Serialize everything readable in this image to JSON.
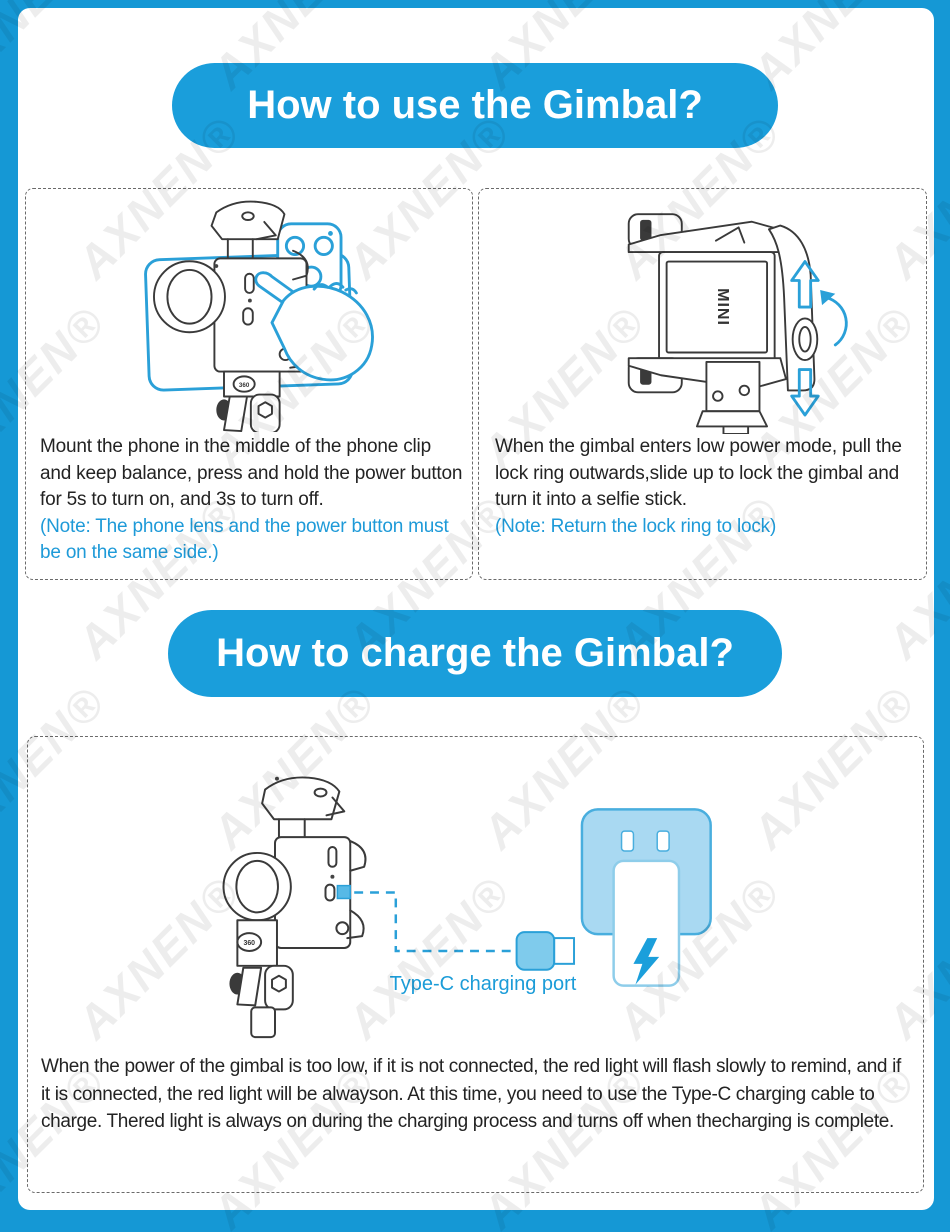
{
  "watermark": {
    "text": "AXNEN",
    "reg": "®"
  },
  "colors": {
    "frame_blue": "#1598d5",
    "pill_blue": "#1a9edb",
    "note_blue": "#1e9ad8",
    "body_text": "#232323",
    "charger_fill": "#a9d9f2",
    "connector_fill": "#7fcbec",
    "bolt_blue": "#1b9fdb"
  },
  "sections": {
    "use": {
      "title": "How to use the Gimbal?",
      "cards": [
        {
          "body": "Mount the phone in the middle of the phone clip and keep balance, press and hold the power button for 5s to turn on, and 3s to turn off.",
          "note": "(Note: The phone lens and the power button must be on the same side.)"
        },
        {
          "body": "When the gimbal enters low power mode, pull the lock ring outwards,slide up to lock the gimbal and turn it into a selfie stick.",
          "note": "(Note: Return the lock ring to lock)"
        }
      ]
    },
    "charge": {
      "title": "How to charge the Gimbal?",
      "port_label": "Type-C charging port",
      "body": "When the power of the gimbal is too low, if it is not connected, the red light will flash slowly to remind, and if it is connected, the red light will be alwayson. At this time, you need to use the Type-C charging cable to charge. Thered light is always on during the charging process and turns off when thecharging is complete."
    }
  },
  "illustrations": {
    "mini_label": "MINI",
    "logo_360": "360"
  }
}
